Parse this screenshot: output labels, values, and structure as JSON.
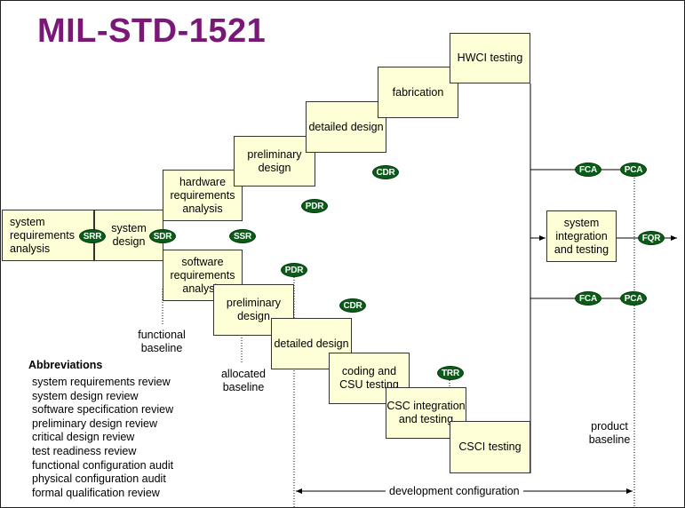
{
  "title": "MIL-STD-1521",
  "boxes": {
    "sys_req": "system requirements analysis",
    "sys_design": "system design",
    "hw_req": "hardware requirements analysis",
    "hw_prelim": "preliminary design",
    "hw_detailed": "detailed design",
    "fabrication": "fabrication",
    "hwci_testing": "HWCI testing",
    "sw_req": "software requirements analysis",
    "sw_prelim": "preliminary design",
    "sw_detailed": "detailed design",
    "coding": "coding and CSU testing",
    "csc": "CSC integration and testing",
    "csci_testing": "CSCI testing",
    "sys_integration": "system integration and testing"
  },
  "reviews": {
    "srr": "SRR",
    "sdr": "SDR",
    "ssr": "SSR",
    "pdr_hw": "PDR",
    "cdr_hw": "CDR",
    "pdr_sw": "PDR",
    "cdr_sw": "CDR",
    "trr": "TRR",
    "fca_top": "FCA",
    "pca_top": "PCA",
    "fca_bottom": "FCA",
    "pca_bottom": "PCA",
    "fqr": "FQR"
  },
  "labels": {
    "functional_baseline": "functional\nbaseline",
    "allocated_baseline": "allocated\nbaseline",
    "product_baseline": "product\nbaseline",
    "development_configuration": "development configuration"
  },
  "abbreviations": {
    "heading": "Abbreviations",
    "items": [
      "system requirements review",
      "system design review",
      "software specification review",
      "preliminary design review",
      "critical design review",
      "test readiness review",
      "functional configuration audit",
      "physical configuration audit",
      "formal qualification review"
    ]
  },
  "colors": {
    "title": "#7b1877",
    "box_fill": "#ffffd7",
    "review_fill": "#0a5d18"
  }
}
